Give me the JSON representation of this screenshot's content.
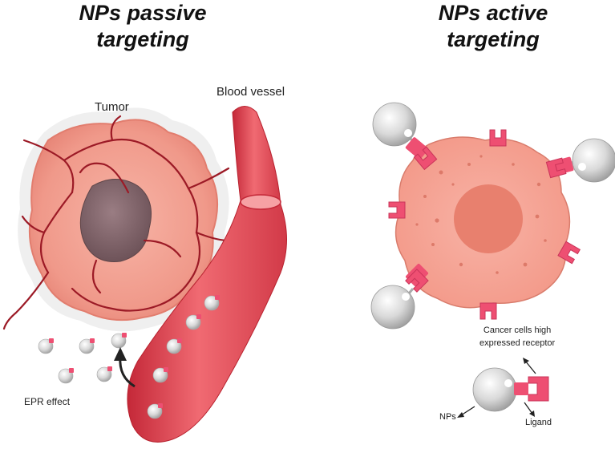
{
  "titles": {
    "passive_line1": "NPs passive",
    "passive_line2": "targeting",
    "active_line1": "NPs active",
    "active_line2": "targeting"
  },
  "labels": {
    "tumor": "Tumor",
    "blood_vessel": "Blood vessel",
    "epr_effect": "EPR effect",
    "receptor_line1": "Cancer cells high",
    "receptor_line2": "expressed receptor",
    "nps": "NPs",
    "ligand": "Ligand"
  },
  "colors": {
    "tumor_outer": "#f3a89a",
    "tumor_core": "#7d6168",
    "vessel": "#e8505a",
    "vessel_dark": "#a01828",
    "cell": "#f5a799",
    "nucleus": "#e67868",
    "receptor": "#ee4f72",
    "nanoparticle": "#d8d8d8"
  }
}
